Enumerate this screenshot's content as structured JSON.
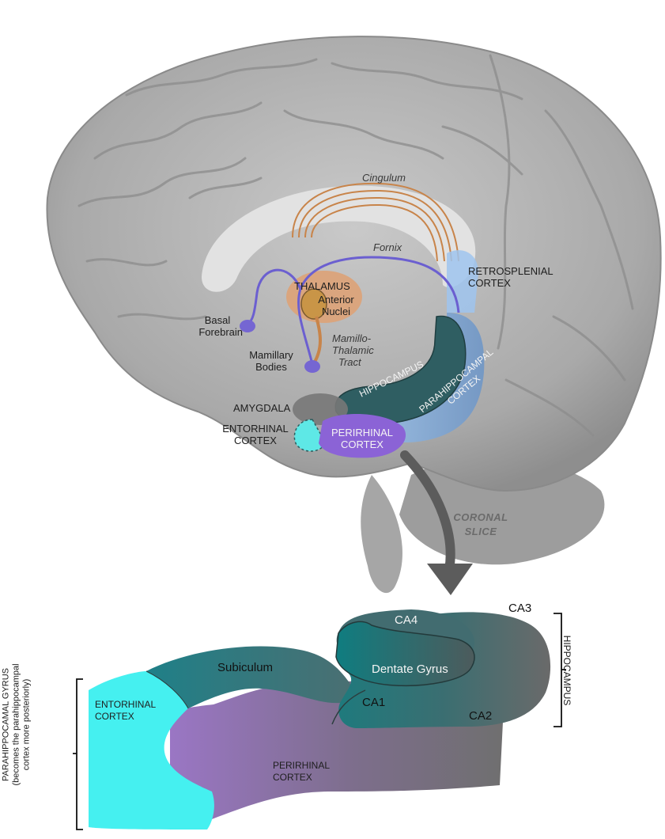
{
  "sagittal_labels": {
    "cingulum": "Cingulum",
    "fornix": "Fornix",
    "thalamus": "THALAMUS",
    "anterior_nuclei_line1": "Anterior",
    "anterior_nuclei_line2": "Nuclei",
    "retrosplenial_line1": "RETROSPLENIAL",
    "retrosplenial_line2": "CORTEX",
    "basal_forebrain_line1": "Basal",
    "basal_forebrain_line2": "Forebrain",
    "mamillary_line1": "Mamillary",
    "mamillary_line2": "Bodies",
    "mamillo_line1": "Mamillo-",
    "mamillo_line2": "Thalamic",
    "mamillo_line3": "Tract",
    "hippocampus": "HIPPOCAMPUS",
    "parahippocampal_line1": "PARAHIPPOCAMPAL",
    "parahippocampal_line2": "CORTEX",
    "amygdala": "AMYGDALA",
    "entorhinal_line1": "ENTORHINAL",
    "entorhinal_line2": "CORTEX",
    "perirhinal_line1": "PERIRHINAL",
    "perirhinal_line2": "CORTEX",
    "coronal_line1": "CORONAL",
    "coronal_line2": "SLICE"
  },
  "coronal_labels": {
    "subiculum": "Subiculum",
    "ca4": "CA4",
    "ca3": "CA3",
    "dentate_gyrus": "Dentate Gyrus",
    "ca1": "CA1",
    "ca2": "CA2",
    "entorhinal_line1": "ENTORHINAL",
    "entorhinal_line2": "CORTEX",
    "perirhinal_line1": "PERIRHINAL",
    "perirhinal_line2": "CORTEX",
    "hippocampus_bracket": "HIPPOCAMPUS",
    "parahippocampal_gyrus_line1": "PARAHIPPOCAMAL GYRUS",
    "parahippocampal_gyrus_line2": "(becomes the parahippocampal",
    "parahippocampal_gyrus_line3": "cortex more posteriorly)"
  },
  "colors": {
    "brain": "#b4b4b4",
    "tract_orange": "#c8844a",
    "fornix_purple": "#6b5fd0",
    "hippocampus_teal": "#2f6a6e",
    "parahippocampal_blue": "#8fb8e6",
    "entorhinal_cyan": "#45f0f0",
    "perirhinal_purple": "#8b63d6",
    "thalamus_orange": "#dba37a"
  }
}
